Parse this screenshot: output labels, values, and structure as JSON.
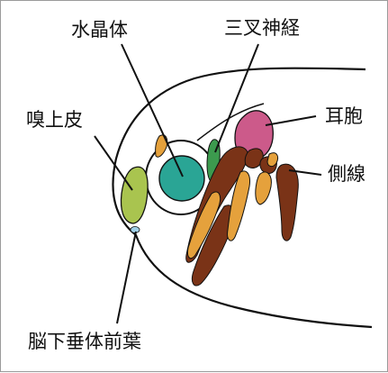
{
  "labels": {
    "lens": "水晶体",
    "trigeminal": "三叉神経",
    "olfactory": "嗅上皮",
    "otic": "耳胞",
    "lateral_line": "側線",
    "pituitary": "脳下垂体前葉"
  },
  "colors": {
    "outline": "#111111",
    "lens": "#2aa595",
    "olfactory": "#a9c44f",
    "otic": "#cc5a8a",
    "trigeminal": "#3c9a4e",
    "orange": "#e5a13c",
    "brown": "#7a3317",
    "pituitary": "#9fd0e8"
  }
}
